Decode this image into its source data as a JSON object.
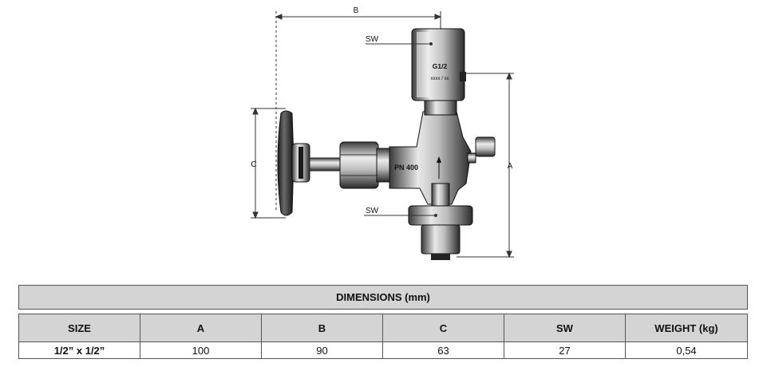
{
  "drawing": {
    "labels": {
      "dim_b": "B",
      "dim_a": "A",
      "dim_c": "C",
      "sw_top": "SW",
      "sw_bottom": "SW",
      "thread": "G1/2",
      "marking": "xxxx / xx",
      "pressure": "PN 400"
    }
  },
  "table": {
    "title": "DIMENSIONS (mm)",
    "headers": [
      "SIZE",
      "A",
      "B",
      "C",
      "SW",
      "WEIGHT (kg)"
    ],
    "rows": [
      [
        "1/2” x 1/2”",
        "100",
        "90",
        "63",
        "27",
        "0,54"
      ]
    ]
  }
}
